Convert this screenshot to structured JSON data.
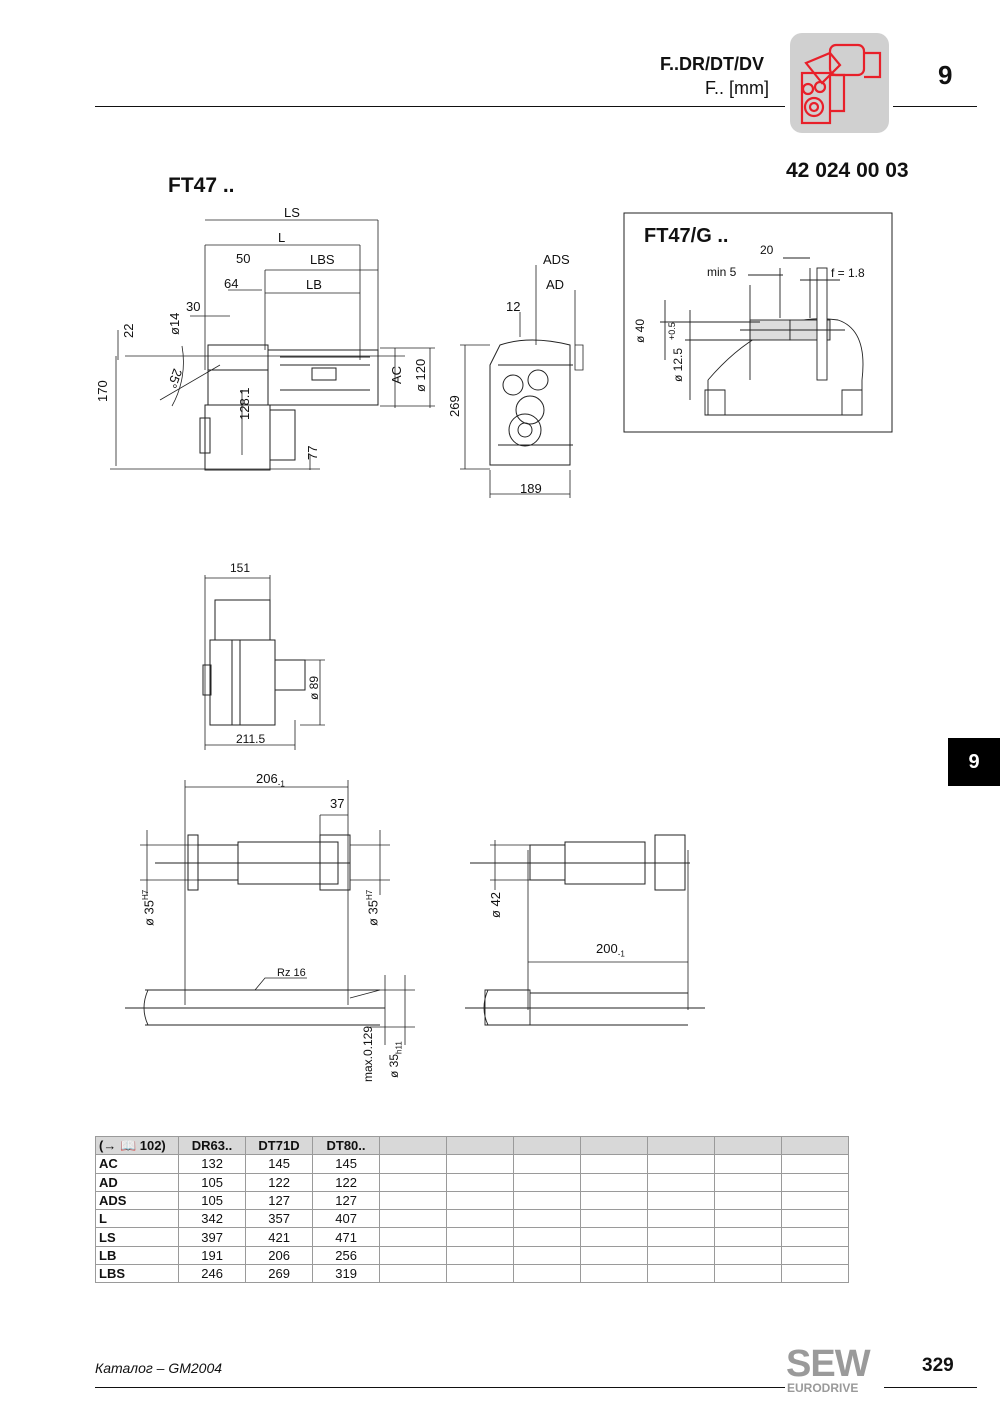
{
  "header": {
    "title": "F..DR/DT/DV",
    "subtitle": "F.. [mm]",
    "chapter": "9",
    "drawing_number": "42 024 00 03",
    "side_tab": "9"
  },
  "colors": {
    "accent_red": "#e8202a",
    "tab_black": "#000000",
    "icon_bg": "#d0d0d0"
  },
  "main_view": {
    "title": "FT47 ..",
    "dims": {
      "LS": "LS",
      "L": "L",
      "LBS": "LBS",
      "LB": "LB",
      "d50": "50",
      "d64": "64",
      "d30": "30",
      "d22": "22",
      "d14": "ø14",
      "ang": "25°",
      "d170": "170",
      "d128": "128.1",
      "d77": "77",
      "AC": "AC",
      "d120": "ø 120"
    }
  },
  "side_view": {
    "dims": {
      "ADS": "ADS",
      "AD": "AD",
      "d12": "12",
      "d269": "269",
      "d189": "189"
    }
  },
  "detail_g": {
    "title": "FT47/G ..",
    "dims": {
      "d20": "20",
      "min5": "min 5",
      "f": "f = 1.8",
      "d40": "ø 40",
      "d125": "ø 12.5",
      "tol": "+0.5"
    }
  },
  "top_view": {
    "dims": {
      "d151": "151",
      "d2115": "211.5",
      "d89": "ø 89"
    }
  },
  "shaft_views": {
    "dims": {
      "d206": "206",
      "d206tol": "-1",
      "d37": "37",
      "d35a": "ø 35",
      "d35aFit": "H7",
      "d35b": "ø 35",
      "d35bFit": "H7",
      "d42": "ø 42",
      "d200": "200",
      "d200tol": "-1",
      "rz": "Rz 16",
      "max": "max.0.129",
      "d35c": "ø 35",
      "d35cFit": "h11"
    }
  },
  "table": {
    "ref": "(→ 📖 102)",
    "columns": [
      "DR63..",
      "DT71D",
      "DT80..",
      "",
      "",
      "",
      "",
      "",
      "",
      "",
      ""
    ],
    "rows": [
      {
        "key": "AC",
        "values": [
          "132",
          "145",
          "145"
        ]
      },
      {
        "key": "AD",
        "values": [
          "105",
          "122",
          "122"
        ]
      },
      {
        "key": "ADS",
        "values": [
          "105",
          "127",
          "127"
        ]
      },
      {
        "key": "L",
        "values": [
          "342",
          "357",
          "407"
        ]
      },
      {
        "key": "LS",
        "values": [
          "397",
          "421",
          "471"
        ]
      },
      {
        "key": "LB",
        "values": [
          "191",
          "206",
          "256"
        ]
      },
      {
        "key": "LBS",
        "values": [
          "246",
          "269",
          "319"
        ]
      }
    ]
  },
  "footer": {
    "catalog": "Каталог – GM2004",
    "brand": "SEW",
    "brand_sub": "EURODRIVE",
    "page": "329"
  }
}
